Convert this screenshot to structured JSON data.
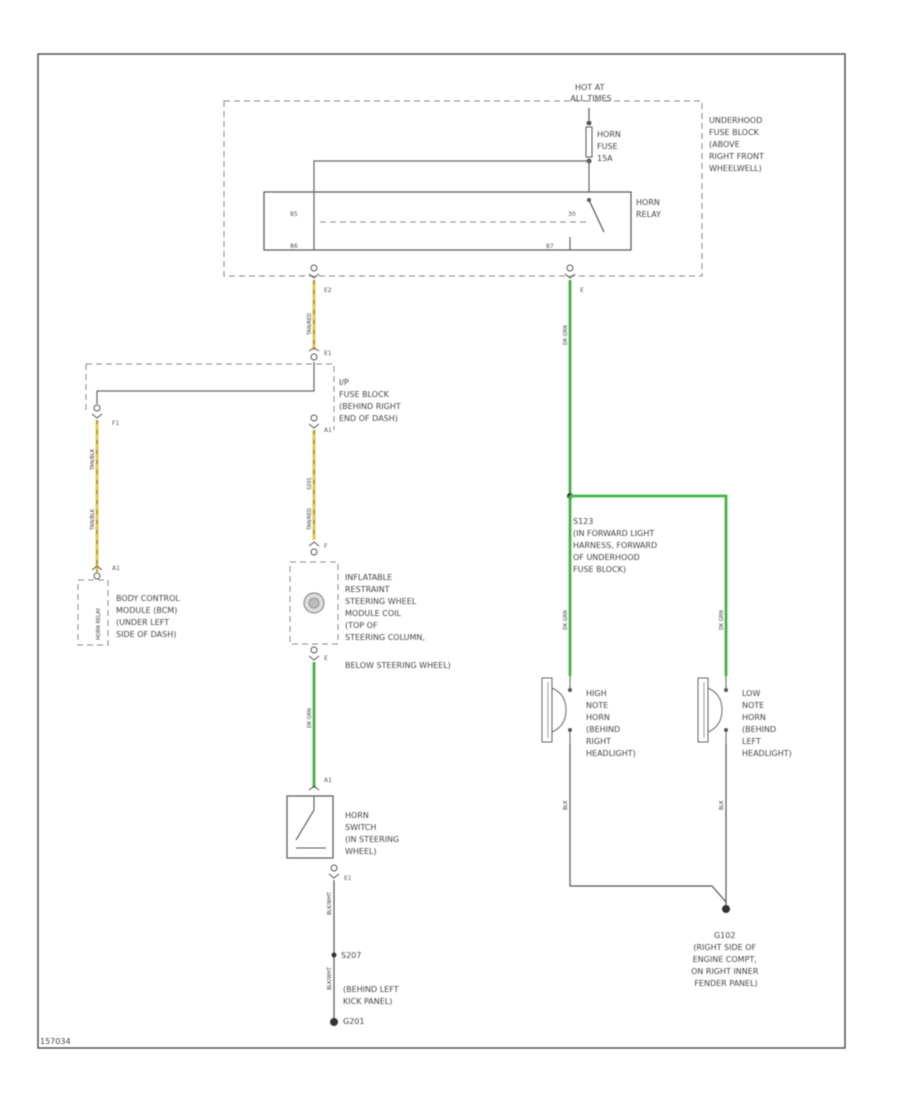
{
  "hot_label": [
    "HOT AT",
    "ALL TIMES"
  ],
  "underhood_fuse_block": [
    "UNDERHOOD",
    "FUSE BLOCK",
    "(ABOVE",
    "RIGHT FRONT",
    "WHEELWELL)"
  ],
  "horn_fuse": [
    "HORN",
    "FUSE",
    "15A"
  ],
  "horn_relay": [
    "HORN",
    "RELAY"
  ],
  "relay_pins": [
    "85",
    "86",
    "30",
    "87"
  ],
  "connector_pins": [
    "E2",
    "E",
    "E1",
    "F1",
    "A1",
    "A1",
    "F",
    "E",
    "A1",
    "E1"
  ],
  "ip_fuse_block": [
    "I/P",
    "FUSE BLOCK",
    "(BEHIND RIGHT",
    "END OF DASH)"
  ],
  "splice_s201": "S201",
  "bcm": [
    "BODY CONTROL",
    "MODULE (BCM)",
    "(UNDER LEFT",
    "SIDE OF DASH)"
  ],
  "bcm_side_label": "HORN RELAY",
  "sir_coil": [
    "INFLATABLE",
    "RESTRAINT",
    "STEERING WHEEL",
    "MODULE COIL",
    "(TOP OF",
    "STEERING COLUMN,",
    "BELOW STEERING WHEEL)"
  ],
  "horn_switch": [
    "HORN",
    "SWITCH",
    "(IN STEERING",
    "WHEEL)"
  ],
  "splice_s123": [
    "S123",
    "(IN FORWARD LIGHT",
    "HARNESS, FORWARD",
    "OF UNDERHOOD",
    "FUSE BLOCK)"
  ],
  "high_note_horn": [
    "HIGH",
    "NOTE",
    "HORN",
    "(BEHIND",
    "RIGHT",
    "HEADLIGHT)"
  ],
  "low_note_horn": [
    "LOW",
    "NOTE",
    "HORN",
    "(BEHIND",
    "LEFT",
    "HEADLIGHT)"
  ],
  "ground_g102": [
    "G102",
    "(RIGHT SIDE OF",
    "ENGINE COMPT,",
    "ON RIGHT INNER",
    "FENDER PANEL)"
  ],
  "ground_g201": [
    "(BEHIND LEFT",
    "KICK PANEL)",
    "G201"
  ],
  "ground_s207": "S207",
  "wire_labels": {
    "tan_red": "TAN/RED",
    "tan_blk": "TAN/BLK",
    "dk_grn": "DK GRN",
    "blk_wht": "BLK/WHT",
    "blk": "BLK"
  },
  "footer_code": "157034",
  "colors": {
    "green_wire": "#4fd34f",
    "tan_wire": "#e8c84a",
    "black_wire": "#333333"
  }
}
